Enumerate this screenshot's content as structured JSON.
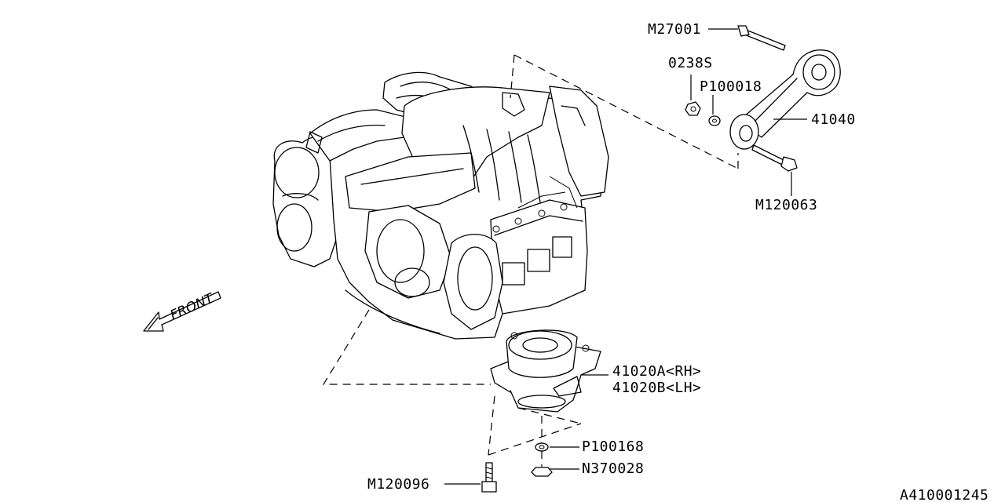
{
  "diagram_id": "A410001245",
  "front_label": "FRONT",
  "callouts": {
    "bolt_upper": "M27001",
    "nut_upper": "0238S",
    "washer_upper": "P100018",
    "pitching_stopper": "41040",
    "bolt_stopper": "M120063",
    "mount_rh": "41020A<RH>",
    "mount_lh": "41020B<LH>",
    "washer_lower": "P100168",
    "nut_lower": "N370028",
    "bolt_lower": "M120096"
  }
}
